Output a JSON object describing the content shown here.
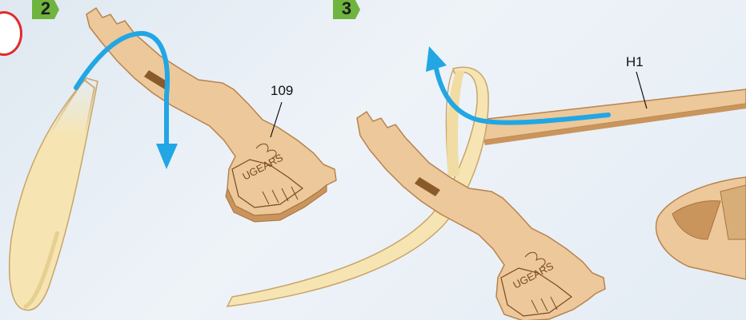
{
  "steps": {
    "step2": "2",
    "step3": "3"
  },
  "labels": {
    "part109": "109",
    "partH1": "H1"
  },
  "engraving": {
    "brand1": "UGEARS",
    "brand2": "UGEARS"
  },
  "colors": {
    "wood": "#ecc89a",
    "wood_edge": "#c9955c",
    "band": "#f6e5b2",
    "arrow": "#22a6e4",
    "badge": "#6fb43f",
    "warning": "#e12b2b"
  },
  "icons": [
    "warning-icon",
    "arrow-down-icon",
    "arrow-up-icon"
  ]
}
